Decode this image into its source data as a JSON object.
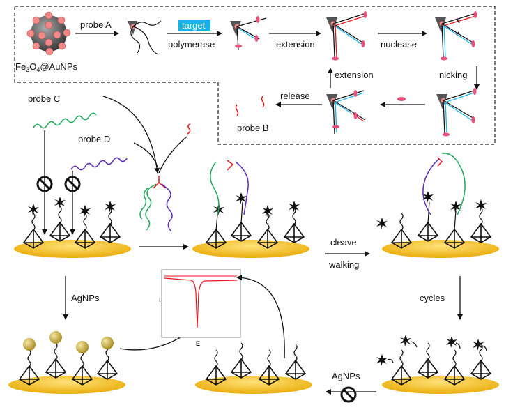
{
  "labels": {
    "probe_a": "probe A",
    "target": "target",
    "polymerase": "polymerase",
    "extension_top": "extension",
    "nuclease": "nuclease",
    "nicking": "nicking",
    "extension_mid": "extension",
    "release": "release",
    "probe_b": "probe B",
    "fe_prefix": "Fe",
    "fe_sub1": "3",
    "fe_o": "O",
    "fe_sub2": "4",
    "fe_suffix": "@AuNPs",
    "probe_c": "probe C",
    "probe_d": "probe D",
    "cleave": "cleave",
    "walking": "walking",
    "agnps_left": "AgNPs",
    "cycles": "cycles",
    "agnps_bottom": "AgNPs",
    "plot_ylabel": "I",
    "plot_xlabel": "E"
  },
  "colors": {
    "gold": "#f2b51a",
    "target_box": "#1ab3e8",
    "red": "#e8141c",
    "green": "#1fa85a",
    "purple": "#5b2db5",
    "pink": "#e8507a",
    "silver": "#c4a83a"
  }
}
